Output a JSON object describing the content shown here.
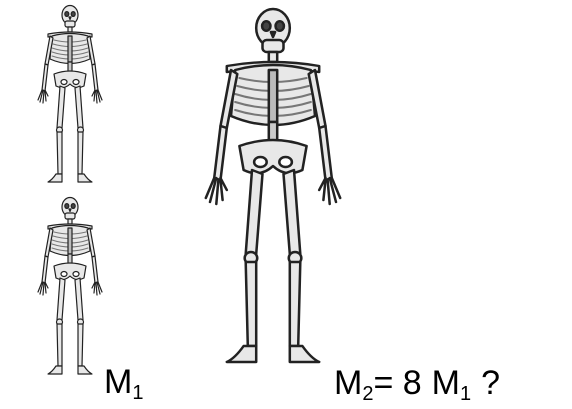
{
  "figure": {
    "m1_label": {
      "symbol": "M",
      "subscript": "1"
    },
    "m2_label": {
      "symbol": "M",
      "subscript": "2",
      "equals": "= 8",
      "rhs_symbol": "M",
      "rhs_subscript": "1",
      "question": "?"
    }
  },
  "skeletons": [
    {
      "name": "small-skeleton-top",
      "relative_scale": 1
    },
    {
      "name": "small-skeleton-bottom",
      "relative_scale": 1
    },
    {
      "name": "large-skeleton",
      "relative_scale": 2
    }
  ],
  "colors": {
    "bone": "#e8e8e8",
    "outline": "#222222",
    "shade": "#999999",
    "background": "#ffffff"
  }
}
